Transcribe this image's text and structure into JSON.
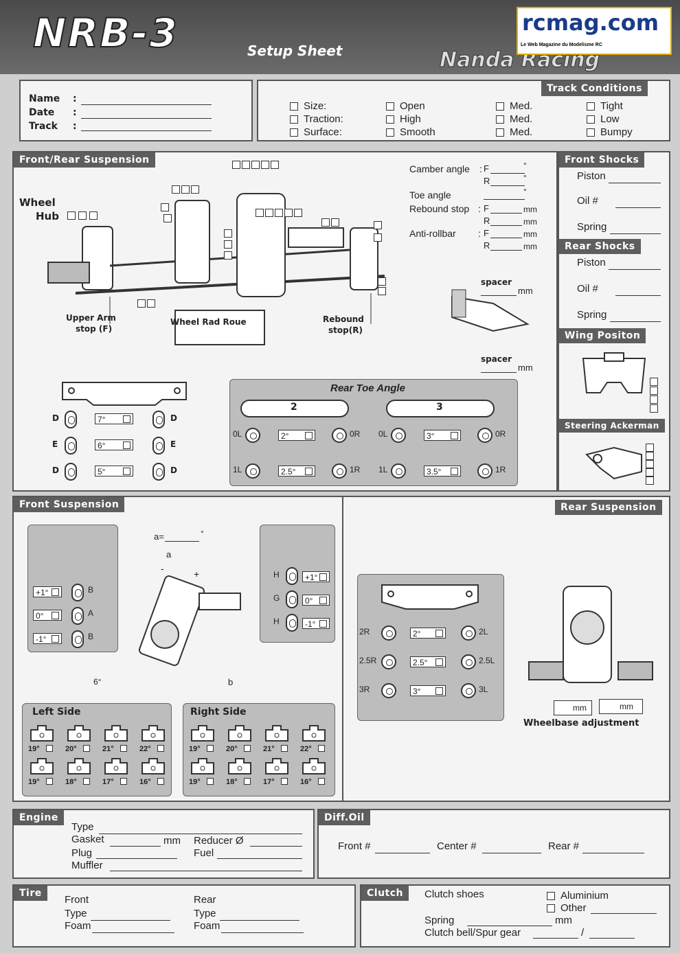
{
  "header": {
    "title": "NRB-3",
    "subtitle": "Setup Sheet",
    "brand": "Nanda Racing",
    "logo_text": "rcmag.com",
    "logo_tagline": "Le Web Magazine du Modelisme RC"
  },
  "info": {
    "name_label": "Name",
    "date_label": "Date",
    "track_label": "Track",
    "sep": ":"
  },
  "track_conditions": {
    "title": "Track Conditions",
    "rows": [
      [
        "Size:",
        "Open",
        "Med.",
        "Tight"
      ],
      [
        "Traction:",
        "High",
        "Med.",
        "Low"
      ],
      [
        "Surface:",
        "Smooth",
        "Med.",
        "Bumpy"
      ]
    ]
  },
  "fr_susp": {
    "title": "Front/Rear Suspension",
    "wheel_hub": [
      "Wheel",
      "Hub"
    ],
    "upper_arm": [
      "Upper Arm",
      "stop (F)"
    ],
    "wheel_rad": "Wheel Rad Roue",
    "rebound_stop": [
      "Rebound",
      "stop(R)"
    ],
    "camber": "Camber angle",
    "toe": "Toe angle",
    "rebound": "Rebound stop",
    "antiroll": "Anti-rollbar",
    "F": "F",
    "R": "R",
    "colon": ":",
    "deg": "°",
    "mm": "mm",
    "spacer": "spacer"
  },
  "front_plate": {
    "rows": [
      {
        "code": "D",
        "value": "7°"
      },
      {
        "code": "E",
        "value": "6°"
      },
      {
        "code": "D",
        "value": "5°"
      }
    ]
  },
  "rear_toe": {
    "title": "Rear Toe Angle",
    "left_num": "2",
    "right_num": "3",
    "left": [
      {
        "l": "0L",
        "v": "2°",
        "r": "0R"
      },
      {
        "l": "1L",
        "v": "2.5°",
        "r": "1R"
      }
    ],
    "right": [
      {
        "l": "0L",
        "v": "3°",
        "r": "0R"
      },
      {
        "l": "1L",
        "v": "3.5°",
        "r": "1R"
      }
    ]
  },
  "front_shocks": {
    "title": "Front Shocks",
    "piston": "Piston",
    "oil": "Oil  #",
    "spring": "Spring"
  },
  "rear_shocks": {
    "title": "Rear Shocks",
    "piston": "Piston",
    "oil": "Oil  #",
    "spring": "Spring"
  },
  "wing": {
    "title": "Wing Positon"
  },
  "steering": {
    "title": "Steering Ackerman"
  },
  "front_susp": {
    "title": "Front Suspension",
    "a_eq": "a=",
    "deg": "°",
    "a": "a",
    "b": "b",
    "plus": "+",
    "minus": "-",
    "six_deg": "6°",
    "left_caster": [
      {
        "v": "+1°",
        "c": "B"
      },
      {
        "v": "0°",
        "c": "A"
      },
      {
        "v": "-1°",
        "c": "B"
      }
    ],
    "right_camber": [
      {
        "c": "H",
        "v": "+1°"
      },
      {
        "c": "G",
        "v": "0°"
      },
      {
        "c": "H",
        "v": "-1°"
      }
    ],
    "left_side": {
      "title": "Left Side",
      "top": [
        "19°",
        "20°",
        "21°",
        "22°"
      ],
      "bottom": [
        "19°",
        "18°",
        "17°",
        "16°"
      ]
    },
    "right_side": {
      "title": "Right Side",
      "top": [
        "19°",
        "20°",
        "21°",
        "22°"
      ],
      "bottom": [
        "19°",
        "18°",
        "17°",
        "16°"
      ]
    }
  },
  "rear_susp": {
    "title": "Rear Suspension",
    "rows": [
      {
        "l": "2R",
        "v": "2°",
        "r": "2L"
      },
      {
        "l": "2.5R",
        "v": "2.5°",
        "r": "2.5L"
      },
      {
        "l": "3R",
        "v": "3°",
        "r": "3L"
      }
    ],
    "mm": "mm",
    "wheelbase": "Wheelbase adjustment"
  },
  "engine": {
    "title": "Engine",
    "type": "Type",
    "gasket": "Gasket",
    "mm": "mm",
    "reducer": "Reducer Ø",
    "plug": "Plug",
    "fuel": "Fuel",
    "muffler": "Muffler"
  },
  "diff": {
    "title": "Diff.Oil",
    "front": "Front #",
    "center": "Center #",
    "rear": "Rear #"
  },
  "tire": {
    "title": "Tire",
    "front": "Front",
    "rear": "Rear",
    "type": "Type",
    "foam": "Foam"
  },
  "clutch": {
    "title": "Clutch",
    "shoes": "Clutch shoes",
    "aluminium": "Aluminium",
    "other": "Other",
    "spring": "Spring",
    "mm": "mm",
    "bell": "Clutch bell/Spur gear",
    "slash": "/"
  }
}
